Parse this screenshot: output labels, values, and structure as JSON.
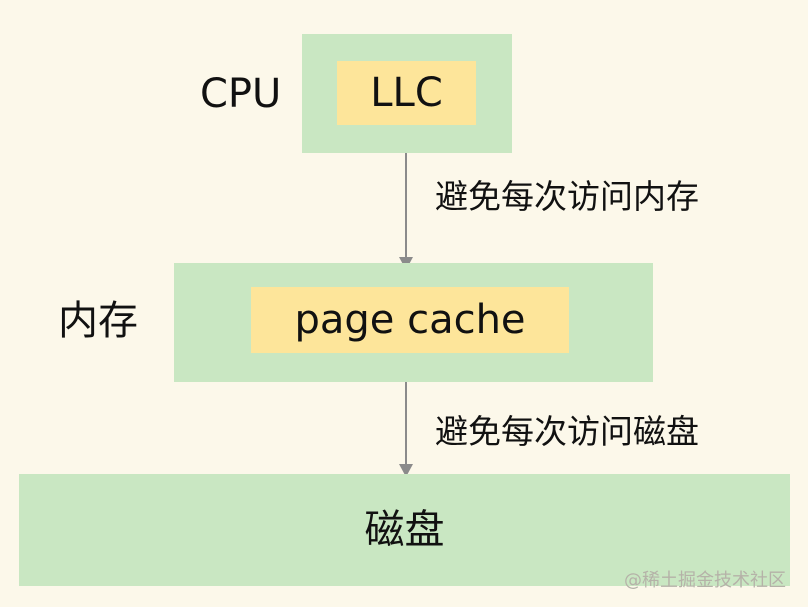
{
  "cpu": {
    "label": "CPU",
    "inner_label": "LLC"
  },
  "memory": {
    "label": "内存",
    "inner_label": "page cache"
  },
  "arrows": {
    "cpu_to_memory": "避免每次访问内存",
    "memory_to_disk": "避免每次访问磁盘"
  },
  "disk": {
    "label": "磁盘"
  },
  "watermark": "@稀土掘金技术社区",
  "colors": {
    "background": "#fcf8ea",
    "outer_box": "#c9e7c2",
    "inner_box": "#fde59a",
    "arrow": "#8b8b8b"
  }
}
